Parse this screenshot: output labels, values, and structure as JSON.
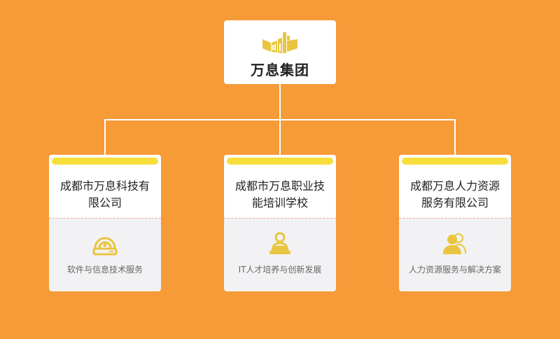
{
  "root": {
    "title": "万息集团",
    "logo_icon": "building-pages-logo-icon"
  },
  "children": [
    {
      "name_line1": "成都市万息科技有",
      "name_line2": "限公司",
      "icon": "hard-drive-icon",
      "description": "软件与信息技术服务"
    },
    {
      "name_line1": "成都市万息职业技",
      "name_line2": "能培训学校",
      "icon": "person-laptop-icon",
      "description": "IT人才培养与创新发展"
    },
    {
      "name_line1": "成都万息人力资源",
      "name_line2": "服务有限公司",
      "icon": "users-icon",
      "description": "人力资源服务与解决方案"
    }
  ],
  "colors": {
    "background": "#F79A38",
    "card": "#FFFFFF",
    "card_bottom": "#F2F2F4",
    "accent": "#F8DE3B",
    "icon": "#E9C53F",
    "divider": "#F2A39A"
  }
}
